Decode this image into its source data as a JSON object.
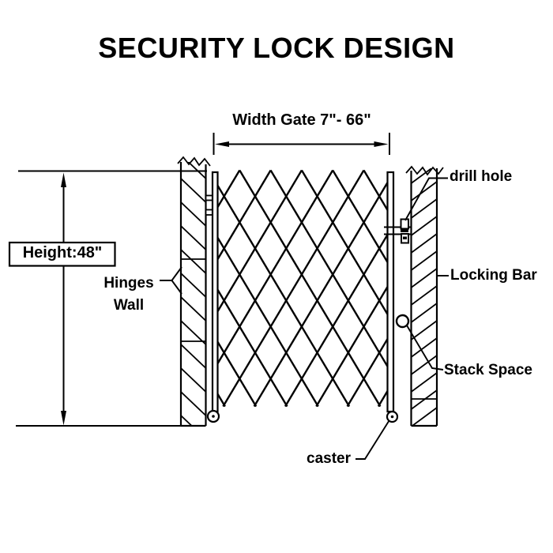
{
  "title": "SECURITY LOCK DESIGN",
  "colors": {
    "ink": "#000000",
    "background": "#ffffff"
  },
  "dimensions": {
    "width_label": "Width Gate 7\"- 66\"",
    "height_label": "Height:48\""
  },
  "labels": {
    "hinges_line1": "Hinges",
    "hinges_line2": "Wall",
    "drill_hole": "drill hole",
    "locking_bar": "Locking Bar",
    "stack_space": "Stack Space",
    "caster": "caster"
  }
}
